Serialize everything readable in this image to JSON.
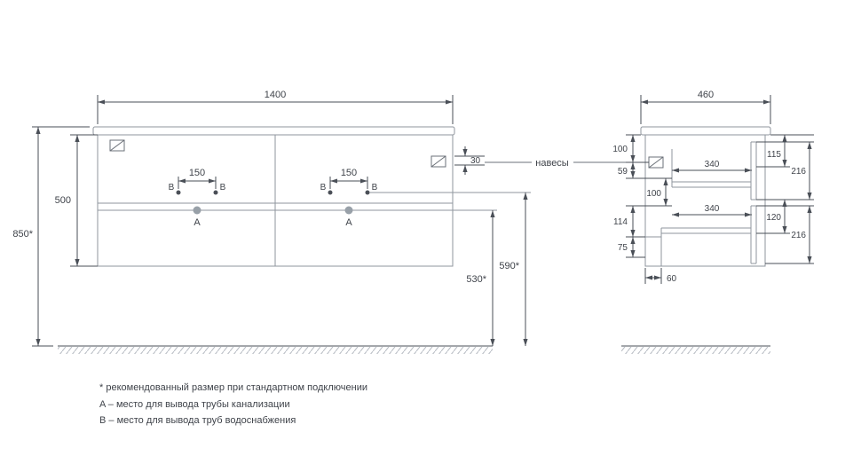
{
  "front": {
    "dim_width": "1400",
    "dim_height": "500",
    "dim_mount_height": "850*",
    "dim_tap_spacing": "150",
    "dim_hanger_offset": "30",
    "dim_drain_height": "530*",
    "dim_supply_height": "590*",
    "label_a": "A",
    "label_b": "B"
  },
  "hangers_label": "навесы",
  "side": {
    "dim_depth": "460",
    "dim_top_gap": "100",
    "dim_hanger_drop": "59",
    "dim_inner_gap": "100",
    "dim_mid_gap": "114",
    "dim_bottom_gap": "75",
    "dim_drawer_width": "340",
    "dim_right_top": "115",
    "dim_upper_drawer_height": "216",
    "dim_right_gap": "120",
    "dim_lower_drawer_height": "216",
    "dim_bottom_offset": "60"
  },
  "notes": [
    "* рекомендованный размер при стандартном подключении",
    "A – место для вывода трубы канализации",
    "B – место для вывода труб водоснабжения"
  ]
}
